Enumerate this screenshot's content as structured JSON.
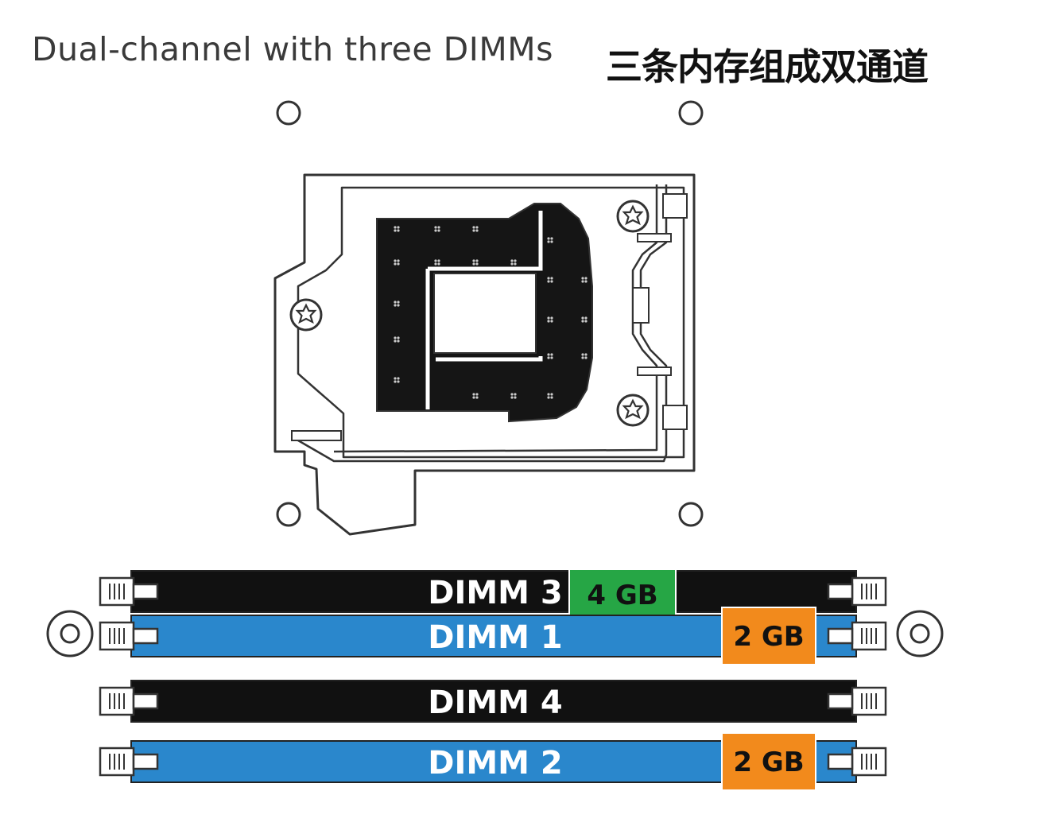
{
  "title": {
    "english": "Dual-channel with three DIMMs",
    "chinese": "三条内存组成双通道"
  },
  "colors": {
    "channel_a_slot": "#2a87cc",
    "channel_b_slot": "#111111",
    "module_4gb": "#26a645",
    "module_2gb": "#f28a1c"
  },
  "slots": [
    {
      "label": "DIMM 3",
      "color": "#111111",
      "module": "4 GB",
      "module_color": "#26a645"
    },
    {
      "label": "DIMM 1",
      "color": "#2a87cc",
      "module": "2 GB",
      "module_color": "#f28a1c"
    },
    {
      "label": "DIMM 4",
      "color": "#111111",
      "module": "",
      "module_color": ""
    },
    {
      "label": "DIMM 2",
      "color": "#2a87cc",
      "module": "2 GB",
      "module_color": "#f28a1c"
    }
  ]
}
